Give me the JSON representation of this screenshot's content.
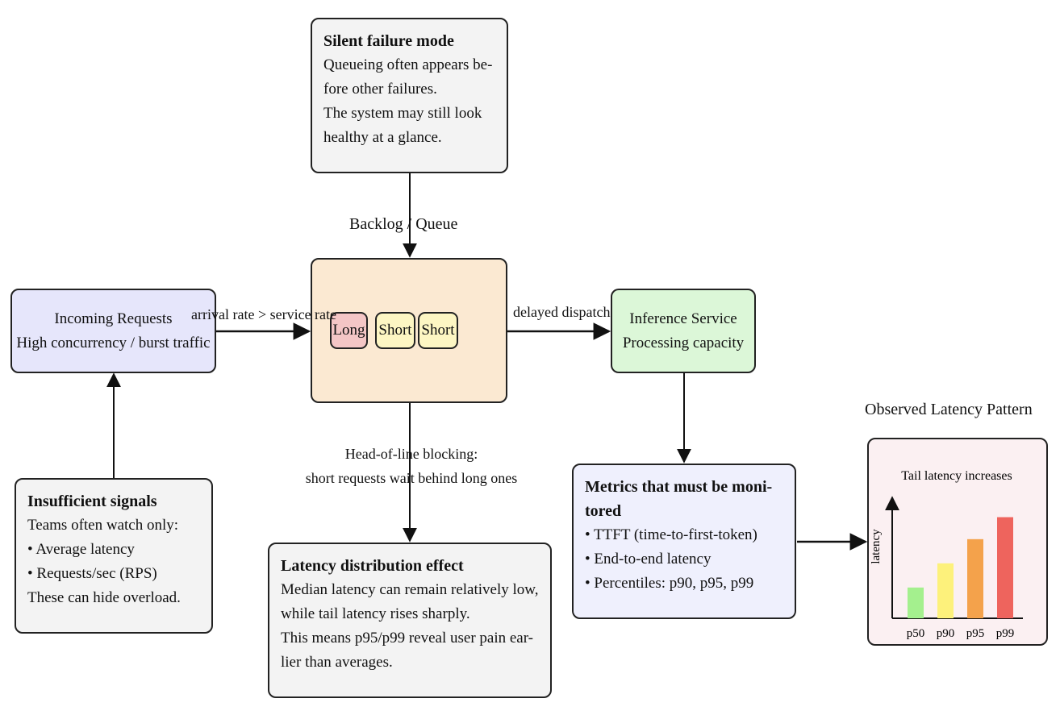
{
  "queue": {
    "title": "Backlog / Queue",
    "items": [
      {
        "label": "Long",
        "color": "#f4c6c6"
      },
      {
        "label": "Short",
        "color": "#fdf6c3"
      },
      {
        "label": "Short",
        "color": "#fdf6c3"
      }
    ]
  },
  "incoming": {
    "line1": "Incoming Requests",
    "line2": "High concurrency / burst traffic"
  },
  "inference": {
    "line1": "Inference Service",
    "line2": "Processing capacity"
  },
  "edges": {
    "arrival": "arrival rate > service rate",
    "dispatch": "delayed dispatch",
    "hol_line1": "Head-of-line blocking:",
    "hol_line2": "short requests wait behind long ones"
  },
  "silent": {
    "title": "Silent failure mode",
    "lines": [
      "Queueing often appears be-",
      "fore other failures.",
      "The system may still look",
      "healthy at a glance."
    ]
  },
  "insufficient": {
    "title": "Insufficient signals",
    "lines": [
      "Teams often watch only:",
      "• Average latency",
      "• Requests/sec (RPS)",
      "These can hide overload."
    ]
  },
  "distribution": {
    "title": "Latency distribution effect",
    "lines": [
      "Median latency can remain relatively low,",
      "while tail latency rises sharply.",
      "This means p95/p99 reveal user pain ear-",
      "lier than averages."
    ]
  },
  "metrics": {
    "title_line1": "Metrics that must be moni-",
    "title_line2": "tored",
    "lines": [
      "• TTFT (time-to-first-token)",
      "• End-to-end latency",
      "• Percentiles: p90, p95, p99"
    ]
  },
  "chart_data": {
    "type": "bar",
    "title": "Observed Latency Pattern",
    "subtitle": "Tail latency increases",
    "ylabel": "latency",
    "xlabel": "",
    "categories": [
      "p50",
      "p90",
      "p95",
      "p99"
    ],
    "values": [
      1.4,
      2.5,
      3.6,
      4.6
    ],
    "colors": [
      "#a4f08e",
      "#fdf17b",
      "#f4a24b",
      "#ee645d"
    ],
    "ylim": [
      0,
      5.5
    ]
  },
  "colors": {
    "incoming_fill": "#e6e6fb",
    "queue_fill": "#fbe9d2",
    "inference_fill": "#dcf7d8",
    "note_fill": "#f3f3f3",
    "metrics_fill": "#eff0fd",
    "chart_fill": "#fbf0f2"
  }
}
